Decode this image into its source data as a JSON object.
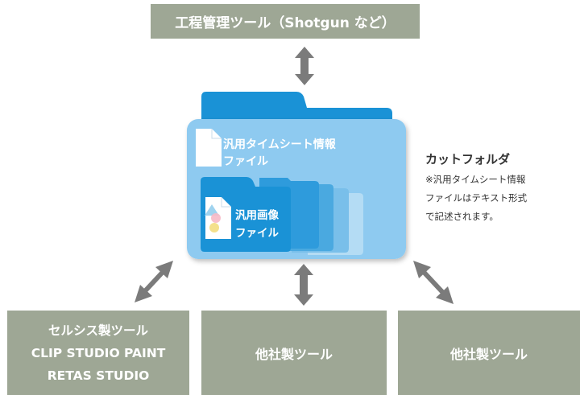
{
  "top_box": {
    "label": "工程管理ツール（Shotgun など）"
  },
  "bottom_left_box": {
    "lines": [
      "セルシス製ツール",
      "CLIP STUDIO PAINT",
      "RETAS STUDIO"
    ]
  },
  "bottom_middle_box": {
    "label": "他社製ツール"
  },
  "bottom_right_box": {
    "label": "他社製ツール"
  },
  "folder": {
    "timesheet_lines": [
      "汎用タイムシート情報",
      "ファイル"
    ],
    "image_lines": [
      "汎用画像",
      "ファイル"
    ]
  },
  "cut_folder": {
    "title": "カットフォルダ",
    "note_lines": [
      "※汎用タイムシート情報",
      "ファイルはテキスト形式",
      "で記述されます。"
    ]
  },
  "colors": {
    "box_gray": "#9ea795",
    "folder_light": "#8ecaf0",
    "folder_dark": "#1a92d6",
    "arrow": "#7b7b7b"
  }
}
